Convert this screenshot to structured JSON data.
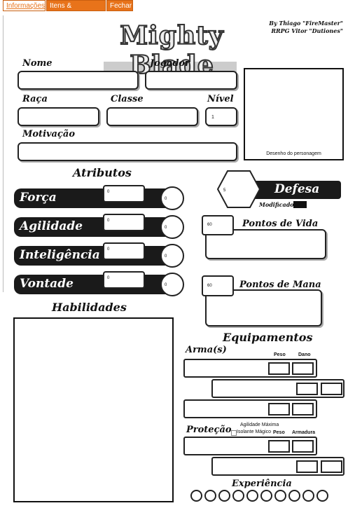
{
  "tabs": [
    {
      "label": "Informações",
      "active": true
    },
    {
      "label": "Itens & Anotações",
      "active": false
    },
    {
      "label": "Fechar",
      "active": false
    }
  ],
  "logo": "Mighty Blade",
  "credits": [
    "By Thiago \"FireMaster\"",
    "RRPG Vitor \"Dutiones\""
  ],
  "fields": {
    "nome": "Nome",
    "jogador": "Jogador",
    "raca": "Raça",
    "classe": "Classe",
    "nivel": "Nível",
    "nivel_value": "1",
    "motivacao": "Motivação",
    "portrait_caption": "Desenho do personagem"
  },
  "atributos": {
    "title": "Atributos",
    "items": [
      {
        "label": "Força",
        "value": "0",
        "mod": "0"
      },
      {
        "label": "Agilidade",
        "value": "0",
        "mod": "0"
      },
      {
        "label": "Inteligência",
        "value": "0",
        "mod": "0"
      },
      {
        "label": "Vontade",
        "value": "0",
        "mod": "0"
      }
    ]
  },
  "defesa": {
    "label": "Defesa",
    "value": "5",
    "modificador": "Modificador"
  },
  "vida": {
    "label": "Pontos de Vida",
    "value": "60"
  },
  "mana": {
    "label": "Pontos de Mana",
    "value": "60"
  },
  "habilidades": {
    "title": "Habilidades"
  },
  "equipamentos": {
    "title": "Equipamentos",
    "armas": "Arma(s)",
    "peso": "Peso",
    "dano": "Dano",
    "protecao": "Proteção",
    "agilidade_maxima": "Agilidade Máxima",
    "isolante": "Isolante Mágico",
    "armadura": "Armadura"
  },
  "experiencia": {
    "label": "Experiência",
    "count": 10
  }
}
